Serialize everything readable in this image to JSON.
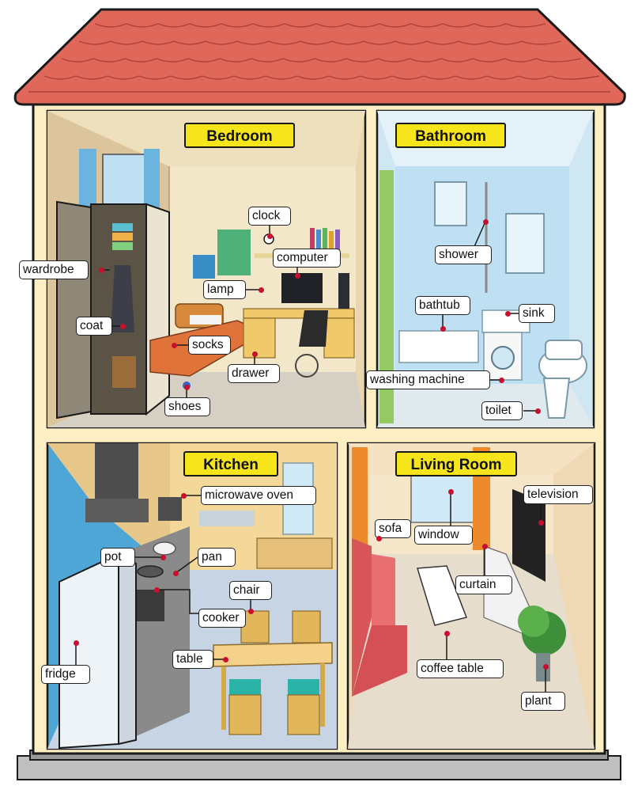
{
  "rooms": {
    "bedroom": "Bedroom",
    "bathroom": "Bathroom",
    "kitchen": "Kitchen",
    "living_room": "Living Room"
  },
  "labels": {
    "wardrobe": "wardrobe",
    "coat": "coat",
    "clock": "clock",
    "computer": "computer",
    "lamp": "lamp",
    "socks": "socks",
    "drawer": "drawer",
    "shoes": "shoes",
    "shower": "shower",
    "bathtub": "bathtub",
    "sink": "sink",
    "washing_machine": "washing machine",
    "toilet": "toilet",
    "microwave_oven": "microwave oven",
    "pot": "pot",
    "pan": "pan",
    "cooker": "cooker",
    "chair": "chair",
    "table": "table",
    "fridge": "fridge",
    "television": "television",
    "sofa": "sofa",
    "window": "window",
    "curtain": "curtain",
    "coffee_table": "coffee table",
    "plant": "plant"
  },
  "colors": {
    "roof": "#e0685a",
    "wall": "#fdeec4",
    "outline": "#1a1a1a",
    "title_bg": "#f6e51a",
    "pointer": "#c8102e",
    "bathroom": "#cfe6f3",
    "kitchen": "#4ea6d6",
    "living": "#efd9b4"
  }
}
